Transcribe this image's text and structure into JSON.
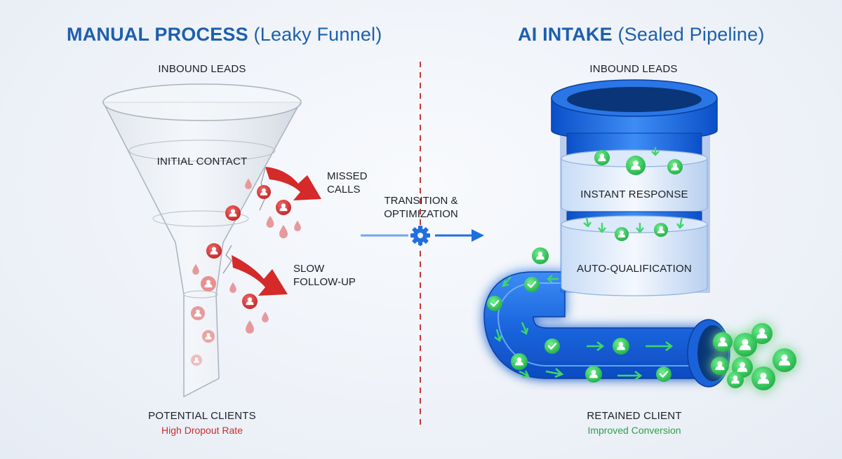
{
  "left": {
    "title_bold": "MANUAL PROCESS",
    "title_light": "(Leaky Funnel)",
    "top_label": "INBOUND LEADS",
    "stage_label": "INITIAL CONTACT",
    "leak1_line1": "MISSED",
    "leak1_line2": "CALLS",
    "leak2_line1": "SLOW",
    "leak2_line2": "FOLLOW-UP",
    "bottom_label": "POTENTIAL CLIENTS",
    "bottom_sub": "High Dropout Rate"
  },
  "center": {
    "line1": "TRANSITION &",
    "line2": "OPTIMIZATION",
    "icon": "gear-icon"
  },
  "right": {
    "title_bold": "AI INTAKE",
    "title_light": "(Sealed Pipeline)",
    "top_label": "INBOUND LEADS",
    "stage1_label": "INSTANT RESPONSE",
    "stage2_label": "AUTO-QUALIFICATION",
    "bottom_label": "RETAINED CLIENT",
    "bottom_sub": "Improved Conversion"
  },
  "colors": {
    "title_blue": "#1d5fae",
    "leak_red": "#cc2b2b",
    "success_green": "#2aa24a",
    "pipe_blue": "#1f6fe0"
  }
}
